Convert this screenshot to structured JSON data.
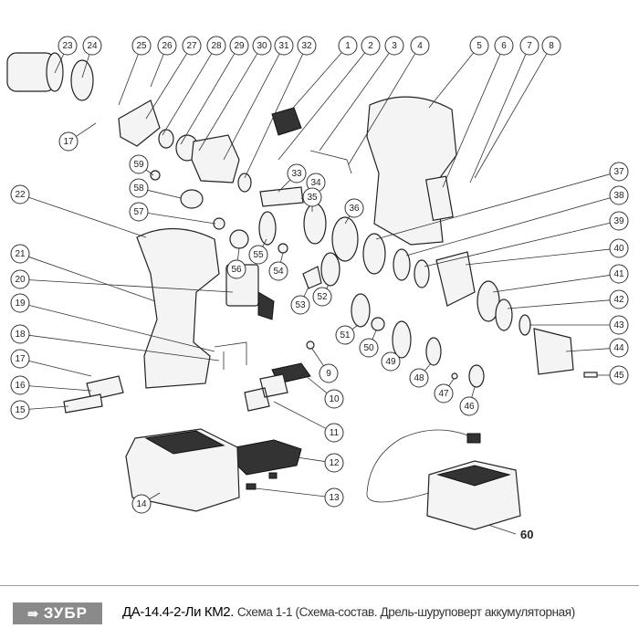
{
  "diagram": {
    "callouts": [
      "23",
      "24",
      "25",
      "26",
      "27",
      "28",
      "29",
      "30",
      "31",
      "32",
      "1",
      "2",
      "3",
      "4",
      "5",
      "6",
      "7",
      "8",
      "17",
      "59",
      "58",
      "57",
      "22",
      "33",
      "34",
      "35",
      "36",
      "37",
      "38",
      "39",
      "40",
      "41",
      "42",
      "43",
      "44",
      "45",
      "56",
      "55",
      "54",
      "53",
      "52",
      "51",
      "50",
      "49",
      "48",
      "47",
      "46",
      "21",
      "20",
      "19",
      "18",
      "17",
      "16",
      "15",
      "9",
      "10",
      "11",
      "12",
      "13",
      "14"
    ],
    "charger_label": "60"
  },
  "footer": {
    "logo_text": "ЗУБР",
    "model": "ДА-14.4-2-Ли КМ2.",
    "subtitle": "Схема 1-1 (Схема-состав. Дрель-шуруповерт аккумуляторная)"
  }
}
